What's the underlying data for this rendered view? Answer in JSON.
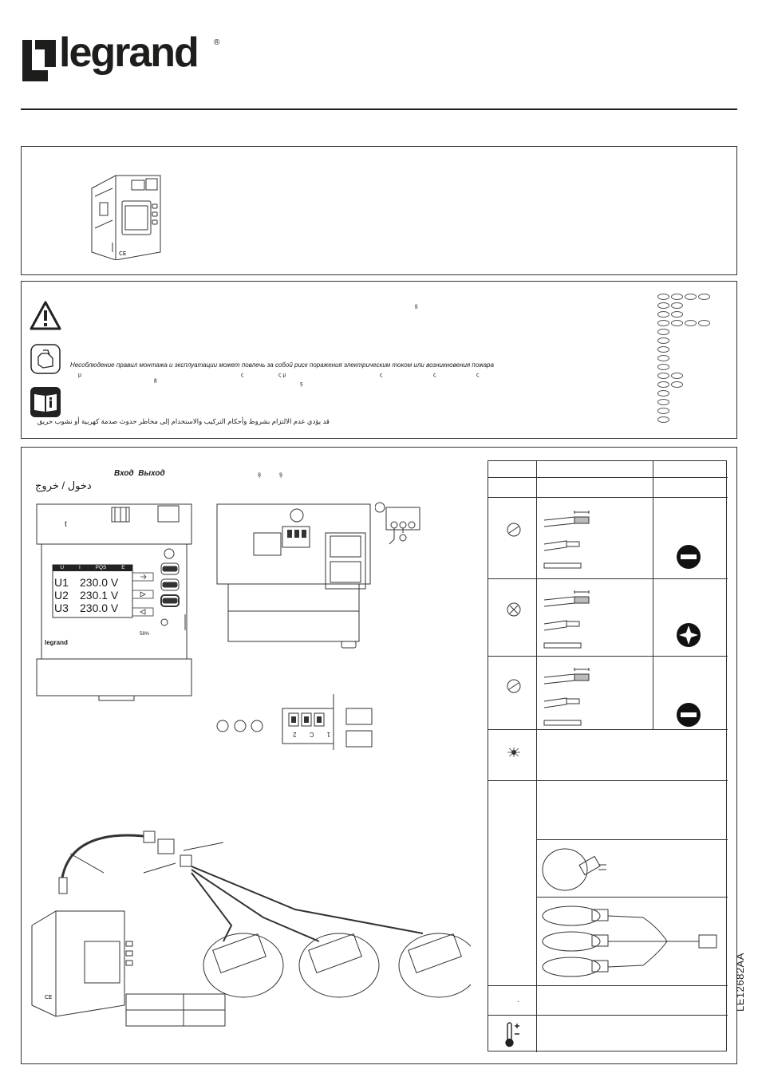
{
  "brand": {
    "name": "legrand",
    "registered": "®"
  },
  "safety": {
    "ru_warning": "Несоблюдение правил монтажа и эксплуатации может повлечь за собой риск поражения электрическим током или возникновения пожара",
    "ar_warning": "قد يؤدي عدم الالتزام بشروط وأحكام التركيب والاستخدام إلى مخاطر حدوث صدمة كهربية أو نشوب حريق",
    "stray_glyphs": [
      "fi",
      "μ",
      "fl",
      "ς",
      "ς μ",
      "ς",
      "ς",
      "ς",
      "ş"
    ]
  },
  "wiring": {
    "io_ru": {
      "in": "Вход",
      "out": "Выход"
    },
    "io_ar": "دخول / خروج",
    "stray_glyphs": [
      "ş",
      "ş"
    ],
    "front_label_t": "t",
    "terminal_labels": [
      "1",
      "C",
      "2"
    ],
    "terminal_labels_rotated": "1 C 2"
  },
  "display": {
    "tabs": [
      "U",
      "I",
      "PQS",
      "E"
    ],
    "rows": [
      {
        "label": "U1",
        "value": "230.0 V"
      },
      {
        "label": "U2",
        "value": "230.1 V"
      },
      {
        "label": "U3",
        "value": "230.0 V"
      }
    ],
    "brand": "legrand",
    "percent_mark": "58%"
  },
  "table": {
    "dot_mark": "."
  },
  "doc_code": "LE12682AA",
  "icons": [
    "warning-triangle-icon",
    "hand-tool-icon",
    "manual-book-icon",
    "flat-screwdriver-icon",
    "pozidriv-screwdriver-icon",
    "thermometer-icon",
    "ce-mark-icon"
  ]
}
